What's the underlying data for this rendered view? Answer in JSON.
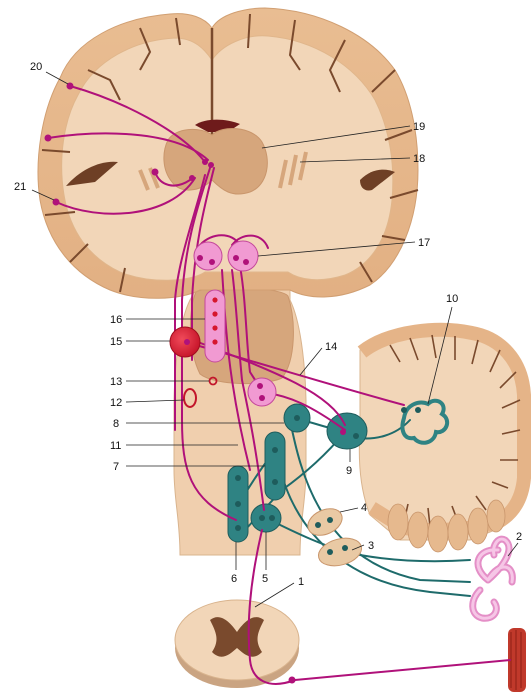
{
  "labels": [
    "1",
    "2",
    "3",
    "4",
    "5",
    "6",
    "7",
    "8",
    "9",
    "10",
    "11",
    "12",
    "13",
    "14",
    "15",
    "16",
    "17",
    "18",
    "19",
    "20",
    "21"
  ],
  "colors": {
    "cortex": "#e7b98d",
    "white_matter": "#f2d6b8",
    "sulcus": "#7a4a2d",
    "nucleus": "#c99b72",
    "brainstem": "#f0cfae",
    "motor_tract": "#b0117a",
    "teal_nucleus": "#2f8383",
    "red_nucleus": "#d6162e",
    "pink_nucleus": "#f19ad2"
  }
}
